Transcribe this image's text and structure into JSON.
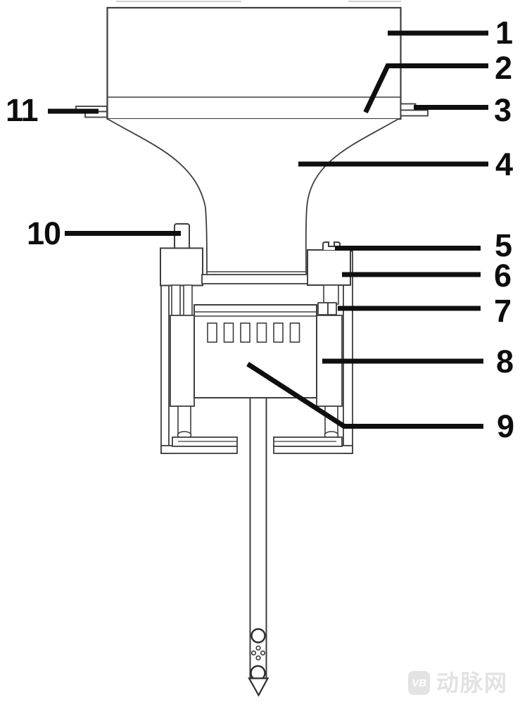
{
  "figure": {
    "kind": "patent-style technical sectional drawing",
    "background": "#ffffff",
    "line_color": "#3e3e3e",
    "leader_color": "#0f0f0f"
  },
  "callouts": [
    {
      "number": "1"
    },
    {
      "number": "2"
    },
    {
      "number": "3"
    },
    {
      "number": "4"
    },
    {
      "number": "5"
    },
    {
      "number": "6"
    },
    {
      "number": "7"
    },
    {
      "number": "8"
    },
    {
      "number": "9"
    },
    {
      "number": "10"
    },
    {
      "number": "11"
    }
  ],
  "watermark": {
    "logo": "VB",
    "text": "动脉网",
    "color": "#e2e2e2"
  }
}
